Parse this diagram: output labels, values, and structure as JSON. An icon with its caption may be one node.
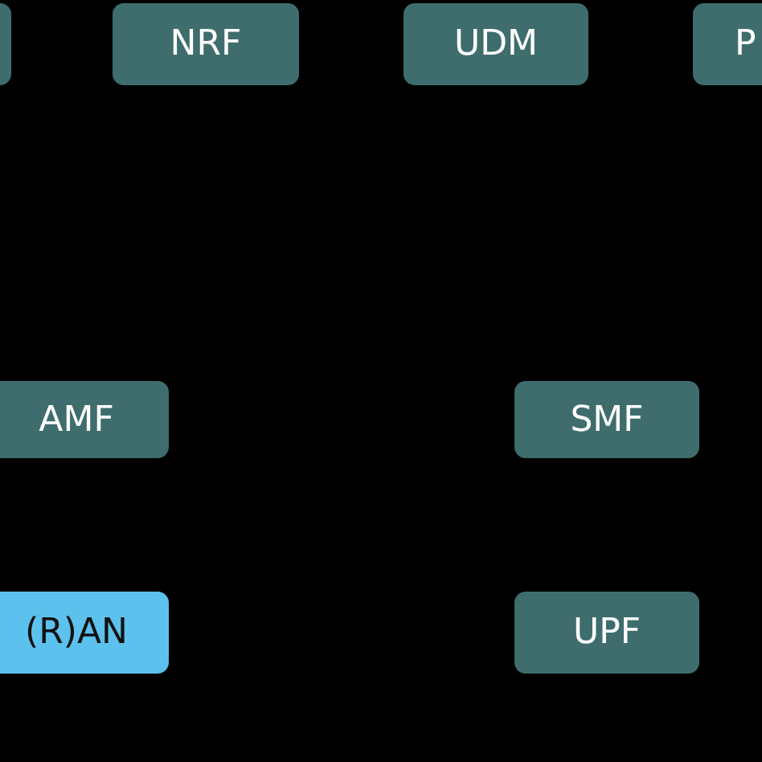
{
  "diagram": {
    "nodes": [
      {
        "text": [],
        "shape": "box"
      },
      {
        "text": [
          "NRF"
        ]
      },
      {
        "text": [
          "UDM"
        ]
      },
      {
        "text": [
          "P"
        ]
      },
      {
        "text": [
          "AMF"
        ]
      },
      {
        "text": [
          "SMF"
        ]
      },
      {
        "text": [
          "(R)AN"
        ]
      },
      {
        "text": [
          "UPF"
        ]
      }
    ],
    "edges": []
  }
}
